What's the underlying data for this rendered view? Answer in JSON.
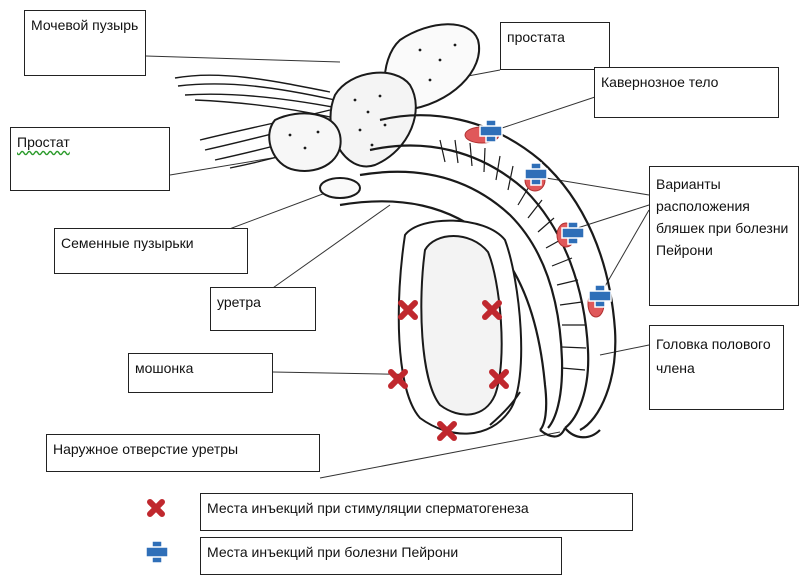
{
  "labels": {
    "bladder": "Мочевой пузырь",
    "prostate_top": "простата",
    "prostat_left": "Простат",
    "cavernous": "Кавернозное тело",
    "peyronie": "Варианты расположения бляшек при болезни Пейрони",
    "seminal": "Семенные пузырьки",
    "urethra": "уретра",
    "scrotum": "мошонка",
    "glans": "Головка полового члена",
    "meatus": "Наружное отверстие уретры"
  },
  "legend": [
    {
      "icon": "red-x-icon",
      "text": "Места инъекций при стимуляции сперматогенеза"
    },
    {
      "icon": "blue-plus-icon",
      "text": "Места инъекций при болезни Пейрони"
    }
  ],
  "colors": {
    "red_marker": "#c0282e",
    "blue_marker": "#2f6fb8",
    "plaque": "#e0585a",
    "line": "#1a1a1a"
  }
}
